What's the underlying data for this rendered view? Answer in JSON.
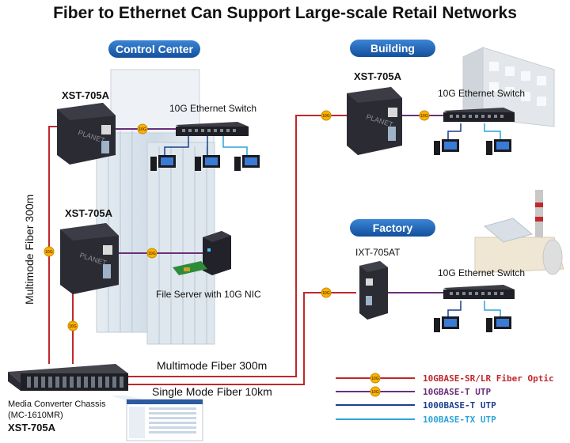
{
  "title": "Fiber to Ethernet Can Support Large-scale Retail Networks",
  "zones": {
    "control_center": "Control Center",
    "building": "Building",
    "factory": "Factory"
  },
  "devices": {
    "xst_top": "XST-705A",
    "xst_mid": "XST-705A",
    "xst_building": "XST-705A",
    "ixt_factory": "IXT-705AT",
    "switch_control": "10G Ethernet Switch",
    "switch_building": "10G Ethernet Switch",
    "switch_factory": "10G Ethernet Switch",
    "file_server": "File Server with 10G NIC",
    "chassis_line1": "Media Converter Chassis",
    "chassis_line2": "(MC-1610MR)",
    "chassis_model": "XST-705A",
    "brand": "PLANET"
  },
  "links": {
    "vertical_fiber": "Multimode Fiber 300m",
    "multimode_fiber": "Multimode Fiber 300m",
    "singlemode_fiber": "Single Mode Fiber 10km",
    "badge": "10G"
  },
  "legend": [
    {
      "label": "10GBASE-SR/LR Fiber Optic",
      "color": "#c0282d"
    },
    {
      "label": "10GBASE-T UTP",
      "color": "#6b2f7a"
    },
    {
      "label": "1000BASE-T UTP",
      "color": "#1c3f8f"
    },
    {
      "label": "100BASE-TX UTP",
      "color": "#2ea3d8"
    }
  ],
  "colors": {
    "fiber": "#c0282d",
    "utp10g": "#6b2f7a",
    "utp1g": "#1c3f8f",
    "utp100": "#2ea3d8",
    "zone_pill": "#1a5fb4",
    "badge": "#f6b400"
  }
}
